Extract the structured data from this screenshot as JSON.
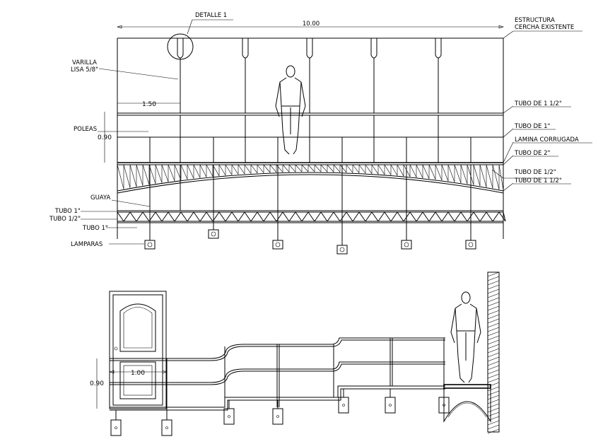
{
  "labels": {
    "detalle": "DETALLE 1",
    "total_width": "10.00",
    "estructura_1": "ESTRUCTURA",
    "estructura_2": "CERCHA EXISTENTE",
    "varilla_1": "VARILLA",
    "varilla_2": "LISA 5/8\"",
    "dim_150": "1.50",
    "dim_090_top": "0.90",
    "poleas": "POLEAS",
    "tubo_1_1_2_top": "TUBO DE 1 1/2\"",
    "tubo_1": "TUBO DE 1\"",
    "lamina": "LAMINA CORRUGADA",
    "tubo_2": "TUBO DE 2\"",
    "tubo_1_2": "TUBO DE 1/2\"",
    "tubo_1_1_2_bot": "TUBO DE 1 1/2\"",
    "guaya": "GUAYA",
    "tubo1_left": "TUBO 1\"",
    "tubo12_left": "TUBO 1/2\"",
    "tubo1_left_b": "TUBO 1\"",
    "lamparas": "LAMPARAS",
    "dim_100": "1.00",
    "dim_090_bot": "0.90"
  }
}
